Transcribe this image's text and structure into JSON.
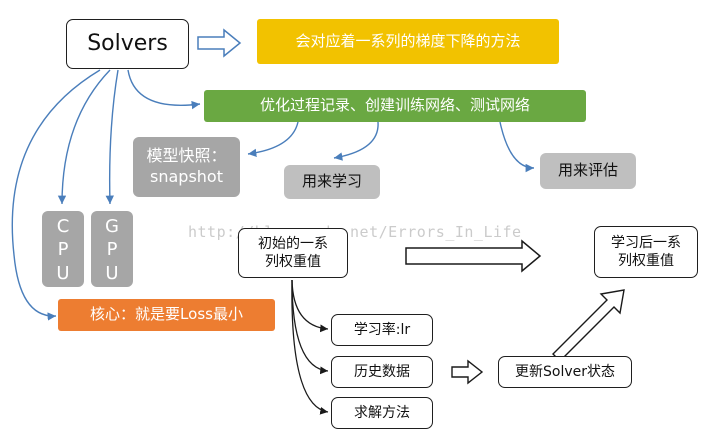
{
  "nodes": {
    "solvers": "Solvers",
    "method": "会对应着一系列的梯度下降的方法",
    "functions": "优化过程记录、创建训练网络、测试网络",
    "snapshot_line1": "模型快照：",
    "snapshot_line2": "snapshot",
    "learning": "用来学习",
    "evaluate": "用来评估",
    "cpu": [
      "C",
      "P",
      "U"
    ],
    "gpu": [
      "G",
      "P",
      "U"
    ],
    "core": "核心：就是要Loss最小",
    "init_line1": "初始的一系",
    "init_line2": "列权重值",
    "after_line1": "学习后一系",
    "after_line2": "列权重值",
    "lr": "学习率:lr",
    "history": "历史数据",
    "solve": "求解方法",
    "update": "更新Solver状态"
  },
  "watermark": "http://blog.csdn.net/Errors_In_Life",
  "colors": {
    "orange": "#f2c200",
    "green": "#6aa842",
    "gray": "#a6a6a6",
    "core": "#ed7d31",
    "connector": "#4a7ebb"
  }
}
